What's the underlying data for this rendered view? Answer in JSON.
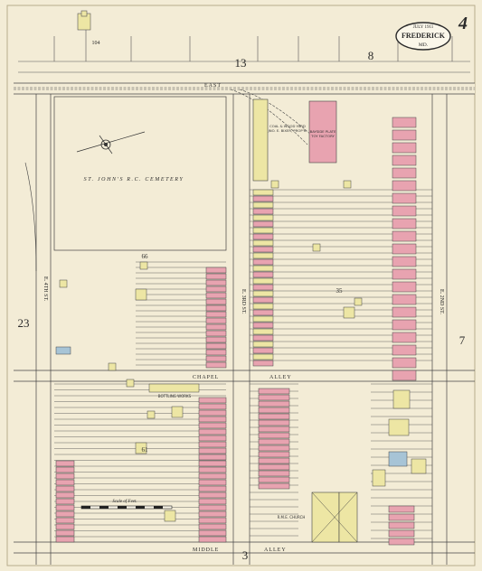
{
  "header": {
    "sheet_number": "4",
    "date_label": "JULY 1911",
    "city": "FREDERICK",
    "state": "MD."
  },
  "sheet_refs": [
    "13",
    "8",
    "23",
    "7",
    "3",
    "104"
  ],
  "streets": {
    "east": "EAST",
    "chapel": "CHAPEL",
    "alley_chapel": "ALLEY",
    "middle": "MIDDLE",
    "alley_middle": "ALLEY",
    "e4th": "E. 4TH ST.",
    "e3rd": "E. 3RD ST.",
    "e2nd": "E. 2ND ST."
  },
  "labels": {
    "cemetery": "ST. JOHN'S R.C. CEMETERY",
    "bottling": "BOTTLING WORKS",
    "coal_yard_1": "COAL & WOOD YARD",
    "coal_yard_2": "JNO. E. BIXER, PROP'R.",
    "factory_1": "BAYSIDE PLATE",
    "factory_2": "TOY FACTORY",
    "church_1": "R.M.E. CHURCH",
    "block_66": "66",
    "block_61": "61",
    "block_35": "35",
    "scale": "Scale of Feet."
  },
  "colors": {
    "paper": "#f3ecd6",
    "brick": "#e8a3b0",
    "frame": "#ede6a4",
    "stone": "#a7c4d6",
    "ink": "#2a2a2a"
  }
}
